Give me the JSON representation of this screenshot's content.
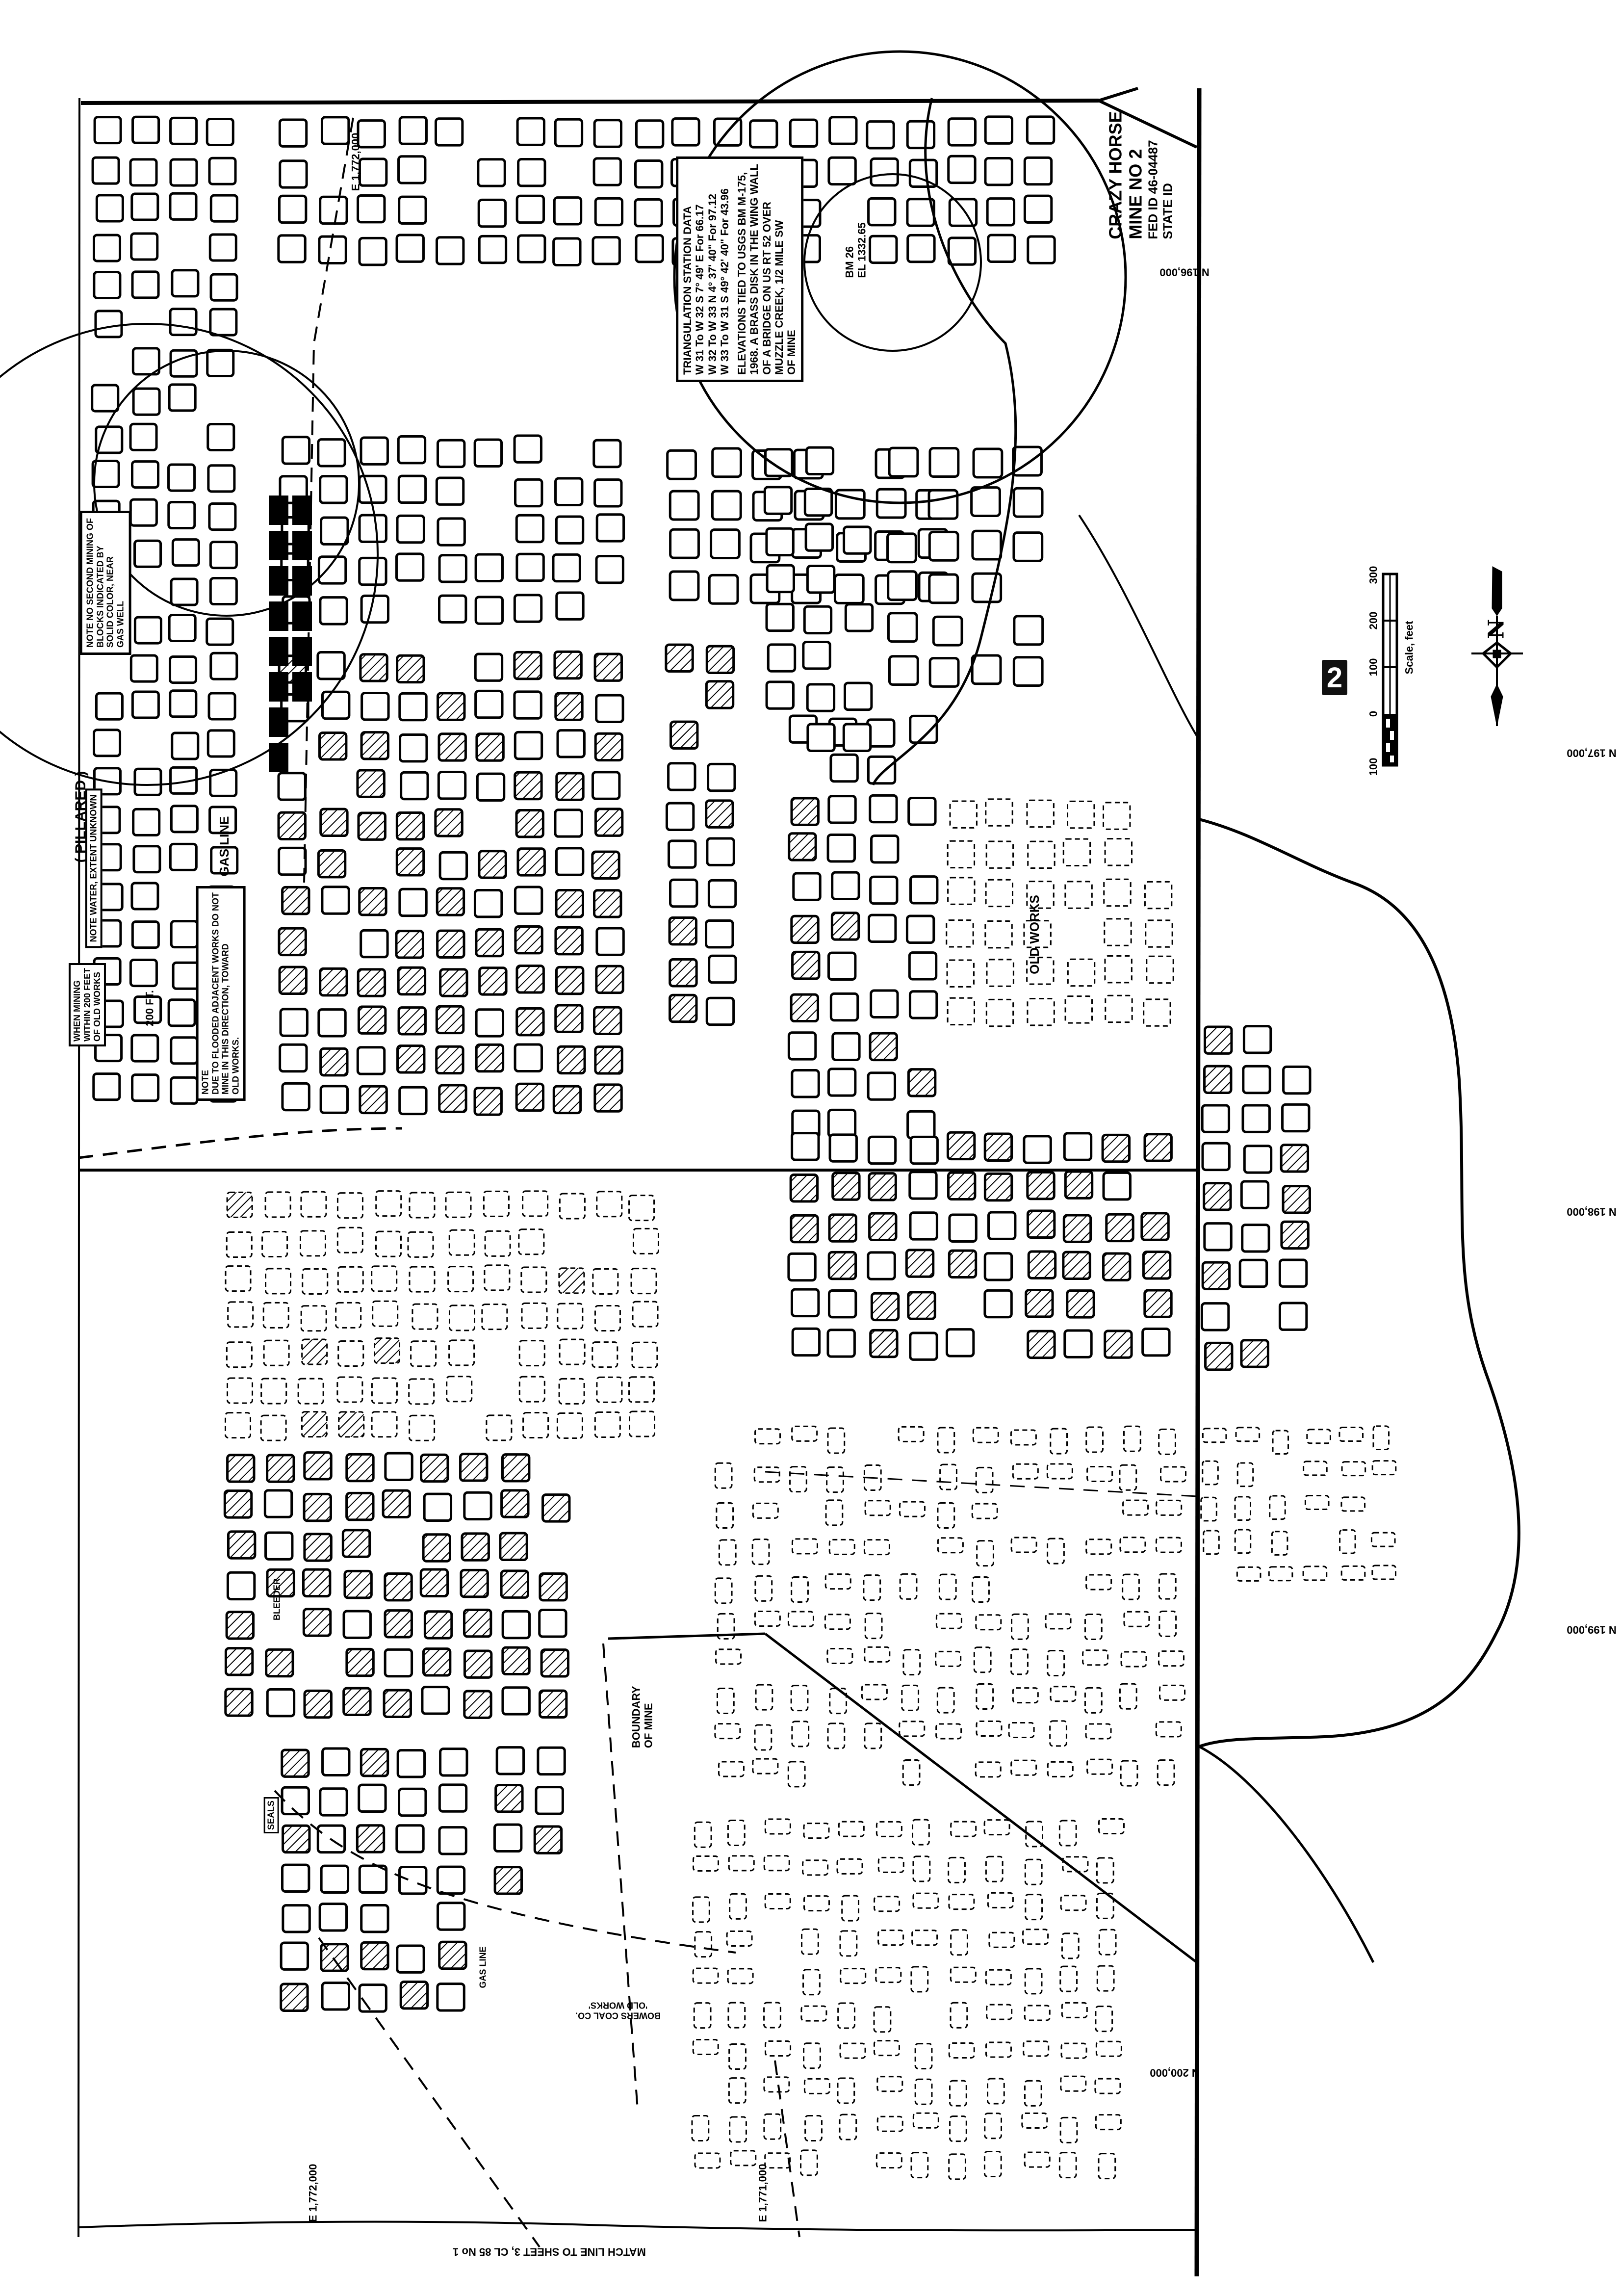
{
  "title_block": {
    "line1": "CRAZY HORSE",
    "line2": "MINE NO 2",
    "line3": "FED ID 46-04487",
    "line4": "STATE ID"
  },
  "sheet_number": "2",
  "triangulation": {
    "heading": "TRIANGULATION   STATION  DATA",
    "rows": [
      "W 31 To W 32    S 7° 49' E    For 66.17",
      "W 32 To W 33    N 4° 37' 40\"   For 97.12",
      "W 33 To W 31    S 49° 42' 40\"   For 43.96"
    ],
    "elev_lines": [
      "ELEVATIONS TIED TO USGS BM M-175,",
      "1968. A BRASS DISK IN THE WING WALL",
      "OF A BRIDGE ON US RT 52 OVER",
      "MUZZLE CREEK, 1/2 MILE SW",
      "OF MINE"
    ]
  },
  "benchmark": {
    "line1": "BM 26",
    "line2": "EL 1332.65"
  },
  "notes": {
    "second_mining": [
      "NOTE  NO SECOND MINING OF",
      "BLOCKS INDICATED BY",
      "SOLID COLOR, NEAR",
      "GAS WELL"
    ],
    "water": "NOTE   WATER, EXTENT UNKNOWN",
    "pillared": "( PILLARED )",
    "old_works_200": [
      "WHEN MINING",
      "WITHIN 200 FEET",
      "OF OLD WORKS"
    ],
    "flooded": [
      "NOTE",
      "DUE TO FLOODED ADJACENT WORKS DO NOT",
      "MINE IN THIS DIRECTION, TOWARD",
      "OLD WORKS."
    ]
  },
  "labels": {
    "gas_line": "GAS LINE",
    "gas_line_2": "GAS LINE",
    "distance_200ft": "200 FT.",
    "old_works": "OLD WORKS",
    "bleeder": "BLEEDER",
    "seals": "SEALS",
    "boundary": [
      "BOUNDARY",
      "OF MINE"
    ],
    "bowers": [
      "BOWERS   COAL   CO.",
      "'OLD  WORKS'"
    ],
    "match_line": "MATCH LINE TO SHEET 3,  CL 85 No 1"
  },
  "coordinates": {
    "n196": "N 196,000",
    "n197": "N 197,000",
    "n198": "N 198,000",
    "n199": "N 199,000",
    "n200": "N 200,000",
    "e1772_top": "E 1,772,000",
    "e1772_bottom": "E 1,772,000",
    "e1771": "E 1,771,000"
  },
  "scale": {
    "title": "Scale, feet",
    "ticks": [
      "100",
      "0",
      "100",
      "200",
      "300"
    ]
  },
  "north_arrow": {
    "letter": "N"
  },
  "colors": {
    "ink": "#000000",
    "paper": "#ffffff"
  }
}
